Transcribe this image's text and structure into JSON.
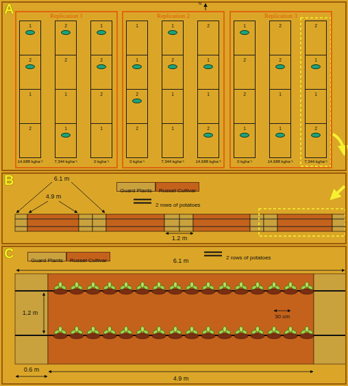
{
  "diagram": {
    "nodes": [
      {
        "text": [
          "A"
        ]
      },
      {
        "text": [
          "Replication 1"
        ],
        "in": 0
      },
      {
        "text": [
          "1"
        ],
        "in": 1
      },
      {
        "text": [
          "2"
        ],
        "in": 1
      },
      {
        "text": [
          "1"
        ],
        "in": 1
      },
      {
        "text": [
          "2"
        ],
        "in": 1
      },
      {
        "text": [
          "2"
        ],
        "in": 1
      },
      {
        "text": [
          "2"
        ],
        "in": 1
      },
      {
        "text": [
          "1"
        ],
        "in": 1
      },
      {
        "text": [
          "1"
        ],
        "in": 1
      },
      {
        "text": [
          "2"
        ],
        "in": 1
      },
      {
        "text": [
          "2"
        ],
        "in": 1
      },
      {
        "text": [
          "1"
        ],
        "in": 1
      },
      {
        "text": [
          "1"
        ],
        "in": 1
      },
      {
        "text": [
          "Replication 2"
        ],
        "in": 0
      },
      {
        "text": [
          "1"
        ],
        "in": 14
      },
      {
        "text": [
          "1"
        ],
        "in": 14
      },
      {
        "text": [
          "2"
        ],
        "in": 14
      },
      {
        "text": [
          "1"
        ],
        "in": 14
      },
      {
        "text": [
          "2"
        ],
        "in": 14
      },
      {
        "text": [
          "1"
        ],
        "in": 14
      },
      {
        "text": [
          "2"
        ],
        "in": 14
      },
      {
        "text": [
          "1"
        ],
        "in": 14
      },
      {
        "text": [
          "1"
        ],
        "in": 14
      },
      {
        "text": [
          "2"
        ],
        "in": 14
      },
      {
        "text": [
          "1"
        ],
        "in": 14
      },
      {
        "text": [
          "2"
        ],
        "in": 14
      },
      {
        "text": [
          "Replication 3"
        ],
        "in": 0
      },
      {
        "text": [
          "1"
        ],
        "in": 27
      },
      {
        "text": [
          "2"
        ],
        "in": 27
      },
      {
        "text": [
          "2"
        ],
        "in": 27
      },
      {
        "text": [
          "2"
        ],
        "in": 27
      },
      {
        "text": [
          "2"
        ],
        "in": 27
      },
      {
        "text": [
          "1"
        ],
        "in": 27
      },
      {
        "text": [
          "2"
        ],
        "in": 27
      },
      {
        "text": [
          "1"
        ],
        "in": 27
      },
      {
        "text": [
          "1"
        ],
        "in": 27
      },
      {
        "text": [
          "1"
        ],
        "in": 27
      },
      {
        "text": [
          "1"
        ],
        "in": 27
      },
      {
        "text": [
          "2"
        ],
        "in": 27
      },
      {
        "text": [
          "B"
        ]
      },
      {
        "text": [
          "C"
        ]
      }
    ],
    "labels": [
      "N",
      "14,688 kgha⁻¹",
      "7,344 kgha⁻¹",
      "0 kgha⁻¹",
      "0 kgha⁻¹",
      "7,344 kgha⁻¹",
      "14,688 kgha⁻¹",
      "0 kgha⁻¹",
      "14,688 kgha⁻¹",
      "7,344 kgha⁻¹",
      "6.1 m",
      "4.9 m",
      "1.2 m",
      "6.1 m",
      "1.2 m",
      "30 cm",
      "0.6 m",
      "4.9 m"
    ],
    "legend": [
      {
        "text": "Guard Plants",
        "color": "#C9A23E"
      },
      {
        "text": "Russet Cultivar",
        "color": "#C4621C"
      },
      {
        "text": "2 rows of potatoes"
      },
      {
        "text": "Guard Plants",
        "color": "#C9A23E"
      },
      {
        "text": "Russet Cultivar",
        "color": "#C4621C"
      },
      {
        "text": "2 rows of potatoes"
      }
    ]
  }
}
